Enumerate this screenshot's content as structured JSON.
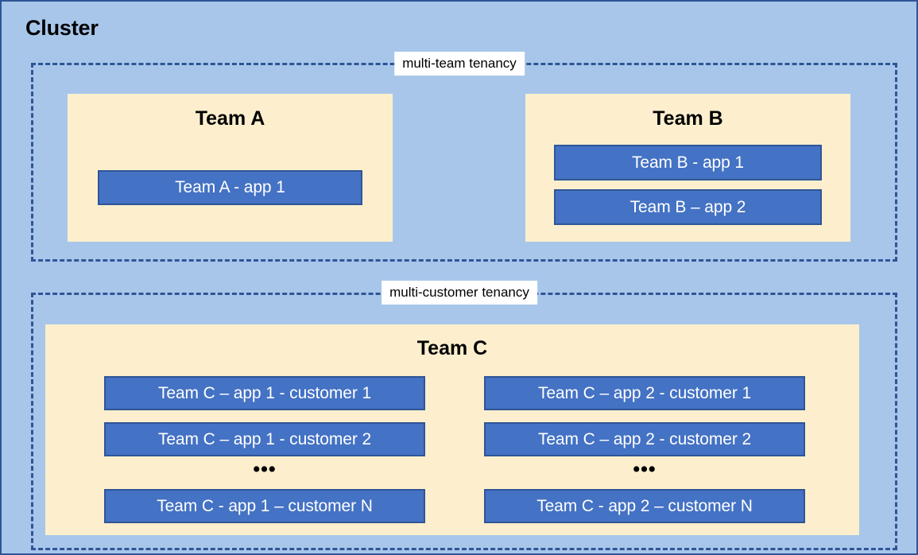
{
  "diagram": {
    "title": "Cluster",
    "colors": {
      "cluster_background": "#A8C6EA",
      "cluster_border": "#2F5597",
      "tenancy_border": "#2F5597",
      "team_box_fill": "#FDEFCD",
      "app_box_fill": "#4472C4",
      "app_box_border": "#2F5597",
      "app_box_text": "#FFFFFF",
      "label_chip_background": "#FFFFFF",
      "title_text": "#000000"
    },
    "regions": [
      {
        "id": "multi-team",
        "label": "multi-team tenancy",
        "border_style": "dashed",
        "teams": [
          {
            "id": "team-a",
            "title": "Team A",
            "apps": [
              {
                "id": "team-a-app-1",
                "label": "Team A - app 1"
              }
            ]
          },
          {
            "id": "team-b",
            "title": "Team B",
            "apps": [
              {
                "id": "team-b-app-1",
                "label": "Team B - app 1"
              },
              {
                "id": "team-b-app-2",
                "label": "Team B – app 2"
              }
            ]
          }
        ]
      },
      {
        "id": "multi-customer",
        "label": "multi-customer tenancy",
        "border_style": "dashed",
        "teams": [
          {
            "id": "team-c",
            "title": "Team C",
            "columns": [
              {
                "id": "team-c-app-1",
                "apps": [
                  {
                    "id": "team-c-app1-cust1",
                    "label": "Team C – app 1 - customer 1"
                  },
                  {
                    "id": "team-c-app1-cust2",
                    "label": "Team C – app 1 - customer 2"
                  },
                  {
                    "id": "team-c-app1-custN",
                    "label": "Team C - app 1 – customer N"
                  }
                ],
                "ellipsis": "•••"
              },
              {
                "id": "team-c-app-2",
                "apps": [
                  {
                    "id": "team-c-app2-cust1",
                    "label": "Team C – app 2 - customer 1"
                  },
                  {
                    "id": "team-c-app2-cust2",
                    "label": "Team C – app 2 - customer 2"
                  },
                  {
                    "id": "team-c-app2-custN",
                    "label": "Team C - app 2 – customer N"
                  }
                ],
                "ellipsis": "•••"
              }
            ]
          }
        ]
      }
    ]
  }
}
